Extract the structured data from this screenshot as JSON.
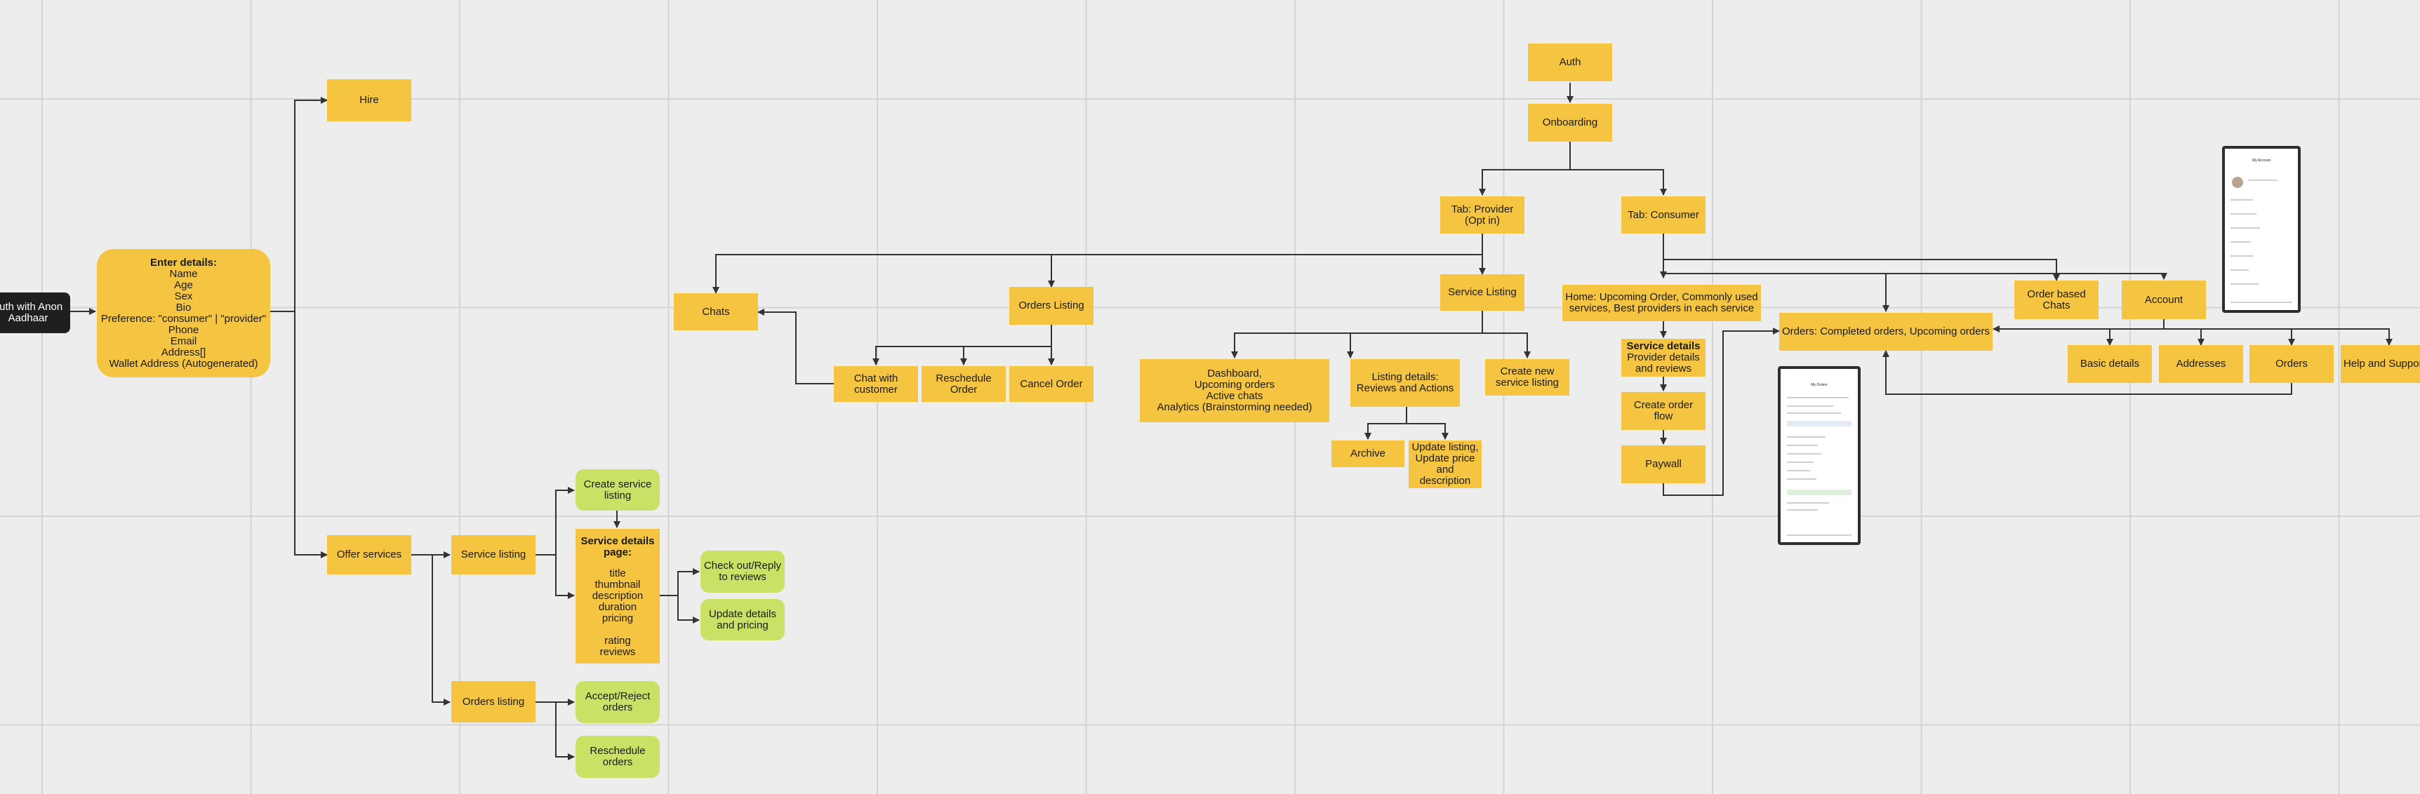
{
  "nodes": {
    "auth_anon": "auth with Anon\nAadhaar",
    "enter_details_title": "Enter details:",
    "enter_details_fields": "Name\nAge\nSex\nBio\nPreference: \"consumer\" | \"provider\"\nPhone\nEmail\nAddress[]\nWallet Address (Autogenerated)",
    "hire": "Hire",
    "offer_services": "Offer services",
    "service_listing_left": "Service listing",
    "orders_listing_left": "Orders listing",
    "create_service_listing": "Create service\nlisting",
    "service_details_title": "Service details\npage:",
    "service_details_fields": "title\nthumbnail\ndescription\nduration\npricing\n\nrating\nreviews",
    "check_out_reply": "Check out/Reply\nto reviews",
    "update_details_pricing": "Update details\nand pricing",
    "accept_reject": "Accept/Reject\norders",
    "reschedule_orders": "Reschedule\norders",
    "chats": "Chats",
    "orders_listing": "Orders Listing",
    "chat_with_customer": "Chat with\ncustomer",
    "reschedule_order": "Reschedule\nOrder",
    "cancel_order": "Cancel Order",
    "auth": "Auth",
    "onboarding": "Onboarding",
    "tab_provider": "Tab: Provider\n(Opt in)",
    "tab_consumer": "Tab: Consumer",
    "service_listing": "Service Listing",
    "dashboard": "Dashboard,\nUpcoming orders\nActive chats\nAnalytics (Brainstorming needed)",
    "listing_details": "Listing details:\nReviews and Actions",
    "create_new_listing": "Create new\nservice listing",
    "archive": "Archive",
    "update_listing": "Update listing,\nUpdate price\nand\ndescription",
    "home": "Home: Upcoming Order, Commonly used\nservices, Best providers in each service",
    "service_details_consumer_title": "Service details",
    "service_details_consumer_sub": "Provider details\nand reviews",
    "create_order_flow": "Create order flow",
    "paywall": "Paywall",
    "orders_completed": "Orders: Completed orders, Upcoming orders",
    "order_based_chats": "Order based\nChats",
    "account": "Account",
    "basic_details": "Basic details",
    "addresses": "Addresses",
    "orders": "Orders",
    "help": "Help and Support"
  },
  "phones": {
    "orders_screen": {
      "title": "My Orders"
    },
    "account_screen": {
      "title": "My Account"
    }
  },
  "colors": {
    "node_yellow": "#f5c542",
    "node_green": "#c9e265",
    "node_black": "#1f1f1f",
    "background": "#ededed",
    "grid": "#d4d4d4",
    "connector": "#333333"
  }
}
